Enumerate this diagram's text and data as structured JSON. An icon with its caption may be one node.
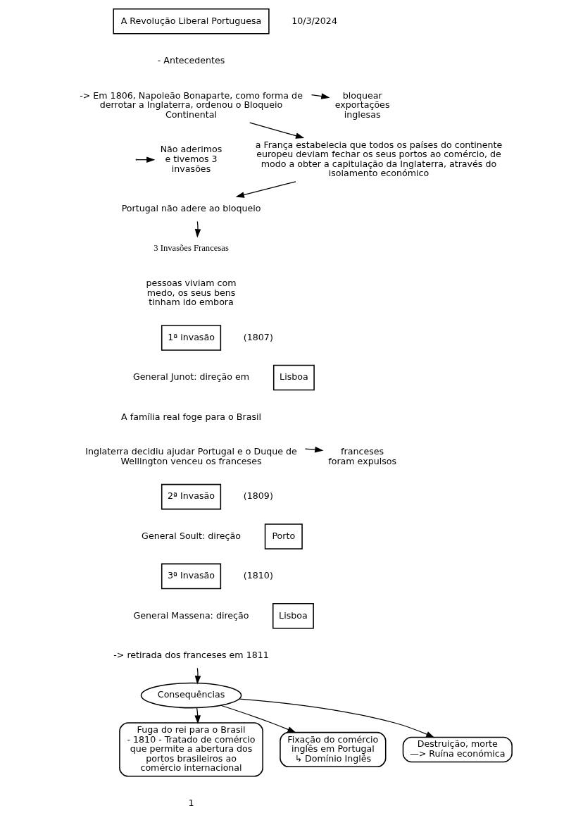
{
  "diagram": {
    "nodes": [
      {
        "text": [
          "A Revolução Liberal Portuguesa"
        ]
      },
      {
        "text": [
          "-> Em 1806, Napoleão Bonaparte, como forma de derrotar a Inglaterra, ordenou o Bloqueio Continental"
        ]
      },
      {
        "text": [
          "bloquear exportações inglesas"
        ]
      },
      {
        "text": [
          "a França estabelecia que todos os países do continente europeu deviam fechar os seus portos ao comércio, de modo a obter a capitulação da Inglaterra, através do isolamento económico"
        ]
      },
      {
        "text": [
          "Não aderimos e tivemos 3 invasões"
        ]
      },
      {
        "text": [
          "Portugal não adere ao bloqueio"
        ]
      },
      {
        "text": [
          "3 Invasões Francesas"
        ]
      },
      {
        "text": [
          "1ª invasão"
        ]
      },
      {
        "text": [
          "Lisboa"
        ]
      },
      {
        "text": [
          "Inglaterra decidiu ajudar Portugal e o Duque de Wellington venceu os franceses"
        ]
      },
      {
        "text": [
          "franceses foram expulsos"
        ]
      },
      {
        "text": [
          "2ª Invasão"
        ]
      },
      {
        "text": [
          "Porto"
        ]
      },
      {
        "text": [
          "3ª Invasão"
        ]
      },
      {
        "text": [
          "Lisboa"
        ]
      },
      {
        "text": [
          "-> retirada dos franceses em 1811"
        ]
      },
      {
        "text": [
          "Consequências"
        ]
      },
      {
        "text": [
          "Fuga do rei para o Brasil",
          "- 1810 - Tratado de comércio que permite a abertura dos portos brasileiros ao comércio internacional"
        ]
      },
      {
        "text": [
          "Fixação do comércio inglês em Portugal",
          "↳ Domínio Inglês"
        ]
      },
      {
        "text": [
          "Destruição, morte —> Ruína económica"
        ]
      }
    ],
    "edges": [
      {
        "from": 1,
        "to": 2,
        "arrow": "to"
      },
      {
        "from": 1,
        "to": 3,
        "arrow": "to"
      },
      {
        "from": null,
        "to": 4,
        "arrow": "to"
      },
      {
        "from": 3,
        "to": 5,
        "arrow": "to"
      },
      {
        "from": 5,
        "to": 6,
        "arrow": "to"
      },
      {
        "from": 9,
        "to": 10,
        "arrow": "to"
      },
      {
        "from": 15,
        "to": 16,
        "arrow": "to"
      },
      {
        "from": 16,
        "to": 17,
        "arrow": "to"
      },
      {
        "from": 16,
        "to": 18,
        "arrow": "to"
      },
      {
        "from": 16,
        "to": 19,
        "arrow": "to"
      }
    ],
    "labels": [
      "10/3/2024",
      "- Antecedentes",
      "pessoas viviam com medo, os seus bens tinham ido embora",
      "(1807)",
      "General Junot: direção em",
      "A família real foge para o Brasil",
      "(1809)",
      "General Soult: direção",
      "(1810)",
      "General Massena: direção",
      "1"
    ]
  }
}
